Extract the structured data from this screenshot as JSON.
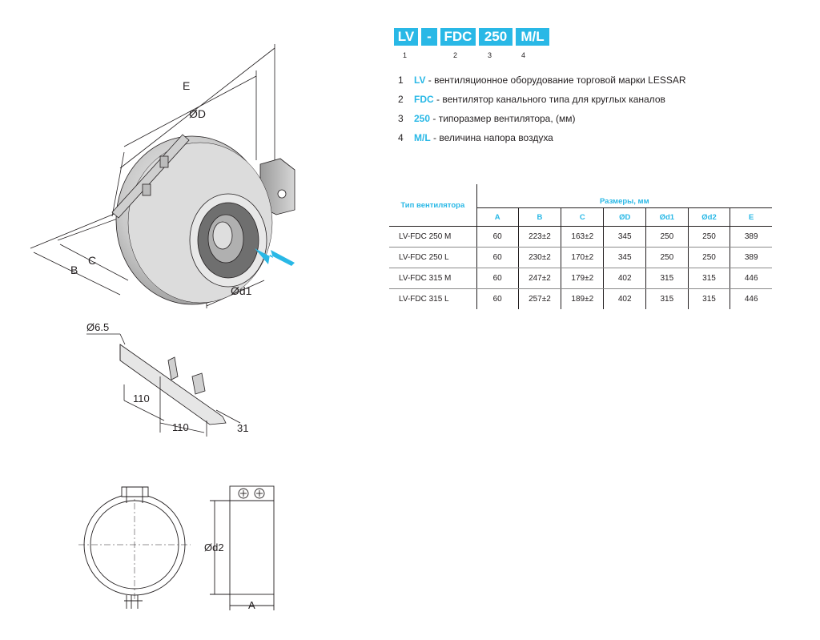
{
  "code_parts": [
    {
      "text": "LV",
      "num": "1"
    },
    {
      "text": "-",
      "num": ""
    },
    {
      "text": "FDC",
      "num": "2"
    },
    {
      "text": "250",
      "num": "3"
    },
    {
      "text": "M/L",
      "num": "4"
    }
  ],
  "legend": [
    {
      "num": "1",
      "code": "LV",
      "text": " - вентиляционное оборудование торговой марки LESSAR"
    },
    {
      "num": "2",
      "code": "FDC",
      "text": " - вентилятор канального типа для круглых каналов"
    },
    {
      "num": "3",
      "code": "250",
      "text": " - типоразмер вентилятора, (мм)"
    },
    {
      "num": "4",
      "code": "M/L",
      "text": " - величина напора воздуха"
    }
  ],
  "table": {
    "type_header": "Тип вентилятора",
    "group_header": "Размеры, мм",
    "columns": [
      "A",
      "B",
      "C",
      "ØD",
      "Ød1",
      "Ød2",
      "E"
    ],
    "rows": [
      {
        "name": "LV-FDC 250 M",
        "cells": [
          "60",
          "223±2",
          "163±2",
          "345",
          "250",
          "250",
          "389"
        ]
      },
      {
        "name": "LV-FDC 250 L",
        "cells": [
          "60",
          "230±2",
          "170±2",
          "345",
          "250",
          "250",
          "389"
        ]
      },
      {
        "name": "LV-FDC 315 M",
        "cells": [
          "60",
          "247±2",
          "179±2",
          "402",
          "315",
          "315",
          "446"
        ]
      },
      {
        "name": "LV-FDC 315 L",
        "cells": [
          "60",
          "257±2",
          "189±2",
          "402",
          "315",
          "315",
          "446"
        ]
      }
    ]
  },
  "drawing_labels": {
    "E": "E",
    "D": "ØD",
    "B": "B",
    "C": "C",
    "d1": "Ød1",
    "hole": "Ø6.5",
    "dim110a": "110",
    "dim110b": "110",
    "dim31": "31",
    "d2": "Ød2",
    "A": "A"
  },
  "colors": {
    "accent": "#29b8e6",
    "line": "#231f20"
  }
}
